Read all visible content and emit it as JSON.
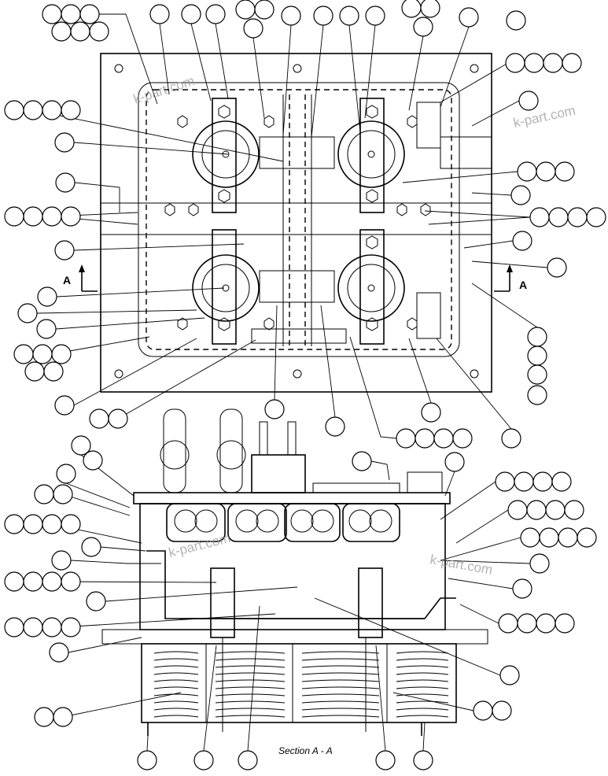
{
  "watermark": "k-part.com",
  "section_marker": "A",
  "caption": "Section A - A"
}
